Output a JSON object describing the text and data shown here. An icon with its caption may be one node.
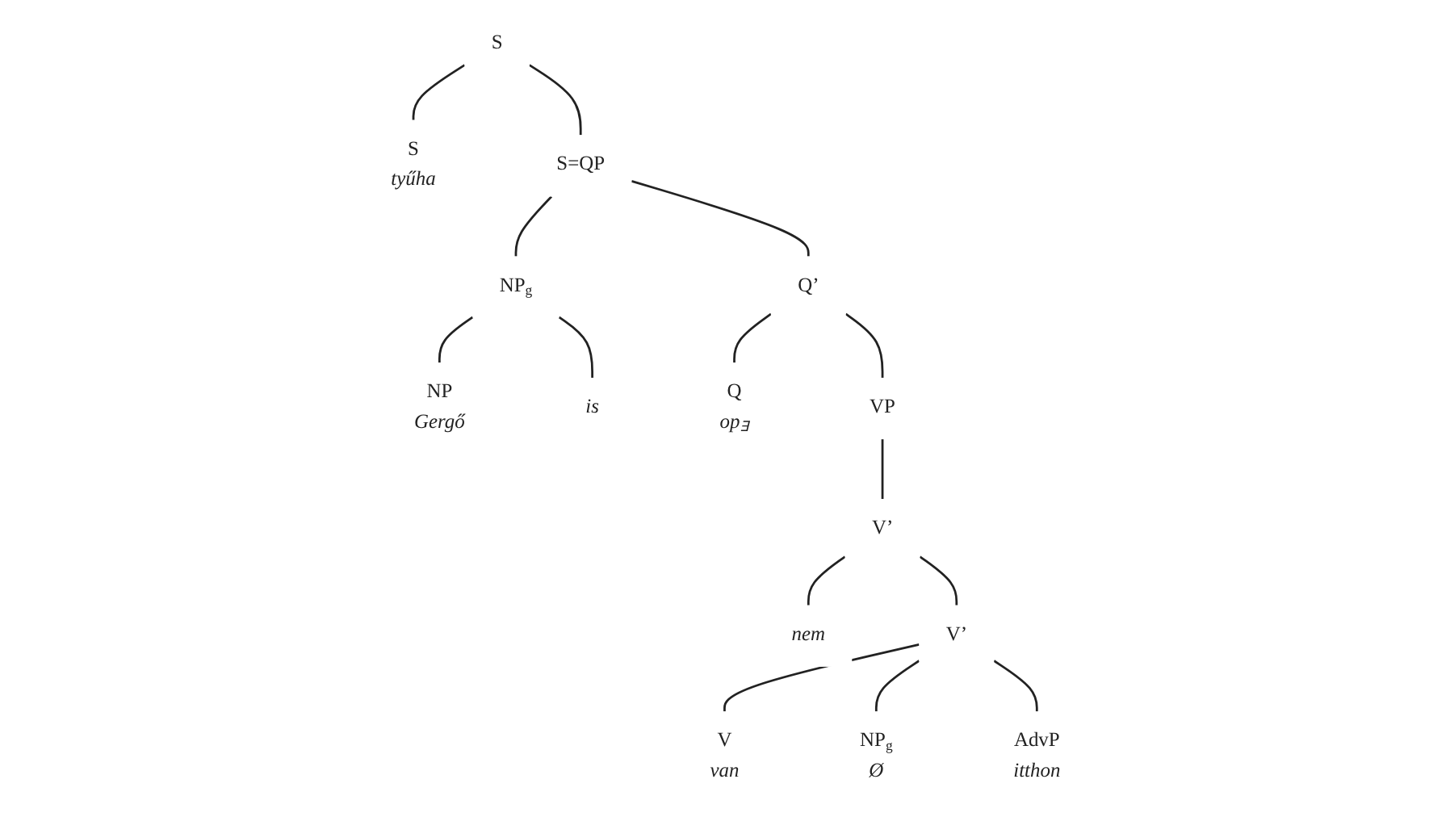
{
  "diagram": {
    "nodes": [
      {
        "text": [
          "S"
        ]
      },
      {
        "text": [
          "S",
          "tyűha"
        ]
      },
      {
        "text": [
          "S=QP"
        ]
      },
      {
        "text": [
          "NP$_{g}$"
        ]
      },
      {
        "text": [
          "Q’"
        ]
      },
      {
        "text": [
          "NP",
          "Gergő"
        ]
      },
      {
        "text": [
          "is"
        ]
      },
      {
        "text": [
          "Q",
          "op$_{∃}$"
        ]
      },
      {
        "text": [
          "VP"
        ]
      },
      {
        "text": [
          "V’"
        ]
      },
      {
        "text": [
          "nem"
        ]
      },
      {
        "text": [
          "V’"
        ]
      },
      {
        "text": [
          "V",
          "van"
        ]
      },
      {
        "text": [
          "NP$_{g}$",
          "Ø"
        ]
      },
      {
        "text": [
          "AdvP",
          "itthon"
        ]
      }
    ],
    "edges": [
      {
        "from": 0,
        "to": 1,
        "arrow": "none"
      },
      {
        "from": 0,
        "to": 2,
        "arrow": "none"
      },
      {
        "from": 2,
        "to": 3,
        "arrow": "none"
      },
      {
        "from": 2,
        "to": 4,
        "arrow": "none"
      },
      {
        "from": 3,
        "to": 5,
        "arrow": "none"
      },
      {
        "from": 3,
        "to": 6,
        "arrow": "none"
      },
      {
        "from": 4,
        "to": 7,
        "arrow": "none"
      },
      {
        "from": 4,
        "to": 8,
        "arrow": "none"
      },
      {
        "from": 8,
        "to": 9,
        "arrow": "none"
      },
      {
        "from": 9,
        "to": 10,
        "arrow": "none"
      },
      {
        "from": 9,
        "to": 11,
        "arrow": "none"
      },
      {
        "from": 11,
        "to": 12,
        "arrow": "none"
      },
      {
        "from": 11,
        "to": 13,
        "arrow": "none"
      },
      {
        "from": 11,
        "to": 14,
        "arrow": "none"
      }
    ]
  }
}
